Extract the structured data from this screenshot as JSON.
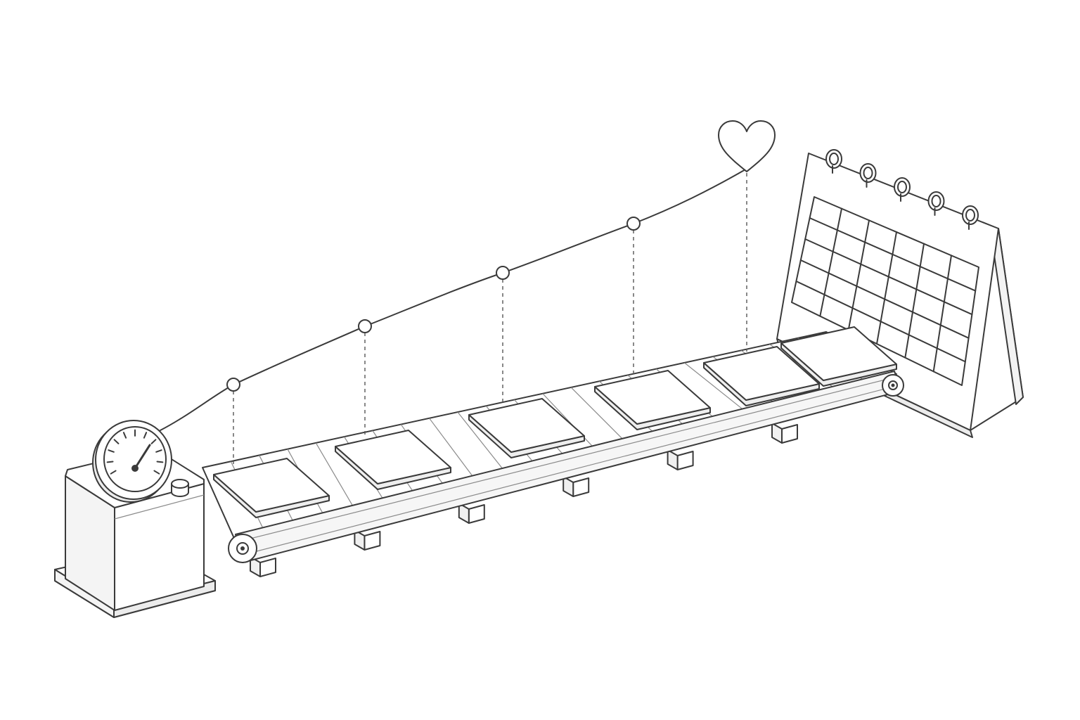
{
  "illustration": {
    "colors": {
      "stroke": "#3a3a3a",
      "fill": "#ffffff",
      "shade": "#f1f1f1",
      "background": "#ffffff"
    },
    "icons": [
      "gauge-icon",
      "heart-icon",
      "calendar-icon"
    ],
    "conveyor": {
      "tile_count": 6,
      "support_leg_count": 6
    },
    "growth_curve": {
      "milestone_count": 5,
      "end_marker": "heart-icon"
    },
    "calendar": {
      "rows": 5,
      "columns": 6,
      "binder_rings": 5
    }
  }
}
